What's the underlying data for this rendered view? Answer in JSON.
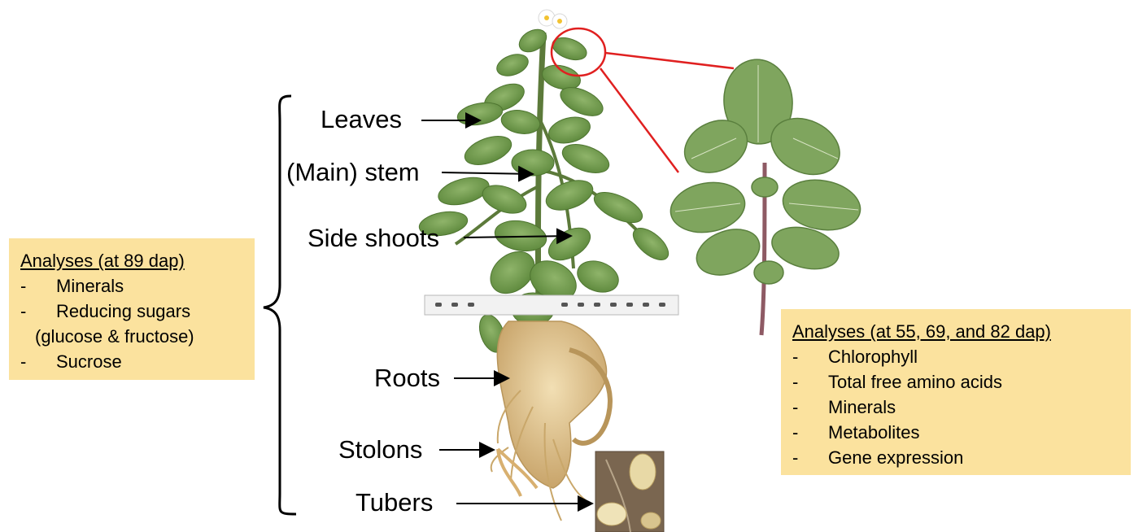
{
  "labels": {
    "leaves": "Leaves",
    "main_stem": "(Main) stem",
    "side_shoots": "Side shoots",
    "roots": "Roots",
    "stolons": "Stolons",
    "tubers": "Tubers"
  },
  "left_box": {
    "title": "Analyses (at 89 dap)",
    "items": [
      "Minerals",
      "Reducing sugars",
      "Sucrose"
    ],
    "continuation": "(glucose & fructose)"
  },
  "right_box": {
    "title": "Analyses (at 55, 69, and 82 dap)",
    "items": [
      "Chlorophyll",
      "Total free amino acids",
      "Minerals",
      "Metabolites",
      "Gene expression"
    ]
  },
  "colors": {
    "box_fill": "#FBE29E",
    "highlight_circle": "#E02020",
    "leaf_green": "#6E9A4A",
    "root_tan": "#D9C08E"
  }
}
